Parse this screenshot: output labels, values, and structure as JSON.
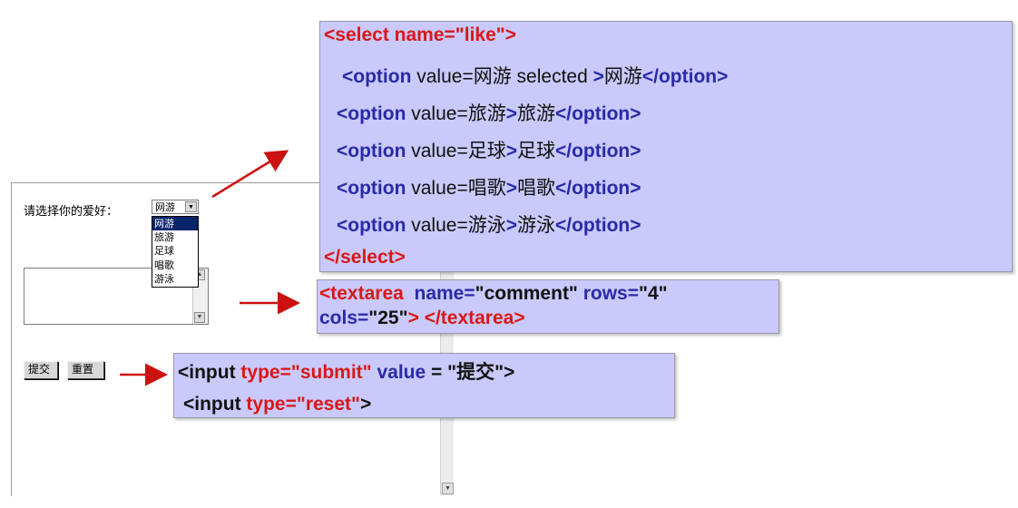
{
  "demo_form": {
    "hobby_label": "请选择你的爱好：",
    "selected_value": "网游",
    "select_options": [
      "网游",
      "旅游",
      "足球",
      "唱歌",
      "游泳"
    ],
    "submit_label": "提交",
    "reset_label": "重置"
  },
  "code": {
    "select_open": {
      "tag": "<select",
      "attr": "name=",
      "value": "\"like\"",
      "close": ">"
    },
    "options": [
      {
        "value": "网游",
        "extra": " selected ",
        "text": "网游"
      },
      {
        "value": "旅游",
        "extra": "",
        "text": "旅游"
      },
      {
        "value": "足球",
        "extra": "",
        "text": "足球"
      },
      {
        "value": "唱歌",
        "extra": "",
        "text": "唱歌"
      },
      {
        "value": "游泳",
        "extra": "",
        "text": "游泳"
      }
    ],
    "option_open": "<option",
    "option_attr": " value=",
    "option_close": "</option>",
    "select_close": "</select>",
    "textarea_line1": {
      "tag": "<textarea",
      "name_attr": "name=",
      "name_val": "\"comment\"",
      "rows_attr": " rows=",
      "rows_val": "\"4\""
    },
    "textarea_line2": {
      "cols_attr": "cols=",
      "cols_val": "\"25\"",
      "gt": ">",
      "close": "</textarea>"
    },
    "input_line1": {
      "tag": "<input",
      "type_attr": "type=",
      "type_val": "\"submit\"",
      "value_attr": "value",
      "eq": " = ",
      "value_val": "\"提交\"",
      "gt": ">"
    },
    "input_line2": {
      "tag": "<input",
      "type_attr": "type=",
      "type_val": "\"reset\"",
      "gt": ">"
    }
  },
  "colors": {
    "code_bg": "#c9c9fb",
    "tag_red": "#d81818",
    "tag_blue": "#2a2aa8",
    "arrow": "#cc1111",
    "selected_option_bg": "#0a246a"
  }
}
